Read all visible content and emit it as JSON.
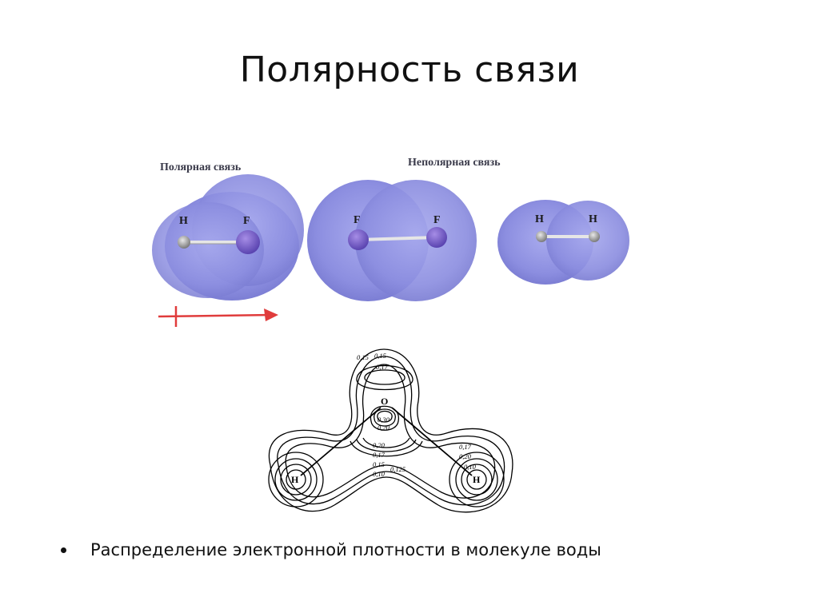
{
  "slide": {
    "title": "Полярность связи"
  },
  "figure_top": {
    "polar_label": "Полярная связь",
    "nonpolar_label": "Неполярная связь",
    "hf": {
      "atom1": "H",
      "atom2": "F"
    },
    "ff": {
      "atom1": "F",
      "atom2": "F"
    },
    "hh": {
      "atom1": "H",
      "atom2": "H"
    },
    "colors": {
      "cloud": "#8c8ee0",
      "cloud_edge": "#7476cf",
      "f_atom": "#6a54c2",
      "h_atom": "#9a9a9a",
      "arrow": "#e03c3c"
    }
  },
  "figure_bottom": {
    "center_atom": "O",
    "left_atom": "H",
    "right_atom": "H",
    "labels_top": [
      "0,15",
      "0,15",
      "0,17"
    ],
    "labels_center": [
      "0,30",
      "0,20",
      "0,20",
      "0,17",
      "0,15",
      "0,10",
      "0,125"
    ],
    "labels_right": [
      "0,17",
      "0,20",
      "0,10"
    ]
  },
  "bullets": [
    "Распределение электронной плотности в молекуле воды"
  ]
}
